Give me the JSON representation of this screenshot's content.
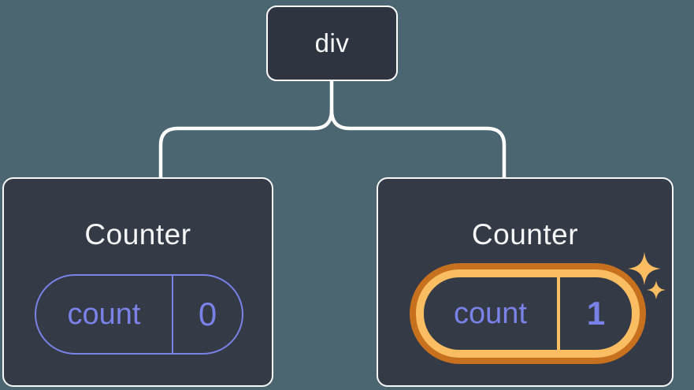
{
  "diagram": {
    "root": {
      "label": "div"
    },
    "children": [
      {
        "title": "Counter",
        "state_key": "count",
        "state_value": "0",
        "highlighted": false
      },
      {
        "title": "Counter",
        "state_key": "count",
        "state_value": "1",
        "highlighted": true
      }
    ]
  },
  "icons": {
    "sparkles": "sparkle-icon"
  },
  "colors": {
    "background": "#4B6670",
    "root_node_fill": "#2F3540",
    "card_fill": "#343A46",
    "connector_line": "#FFFFFF",
    "text_white": "#F6F7F9",
    "state_purple": "#7A82E8",
    "highlight_dark_orange": "#C7701D",
    "highlight_light_orange": "#FABD62"
  }
}
